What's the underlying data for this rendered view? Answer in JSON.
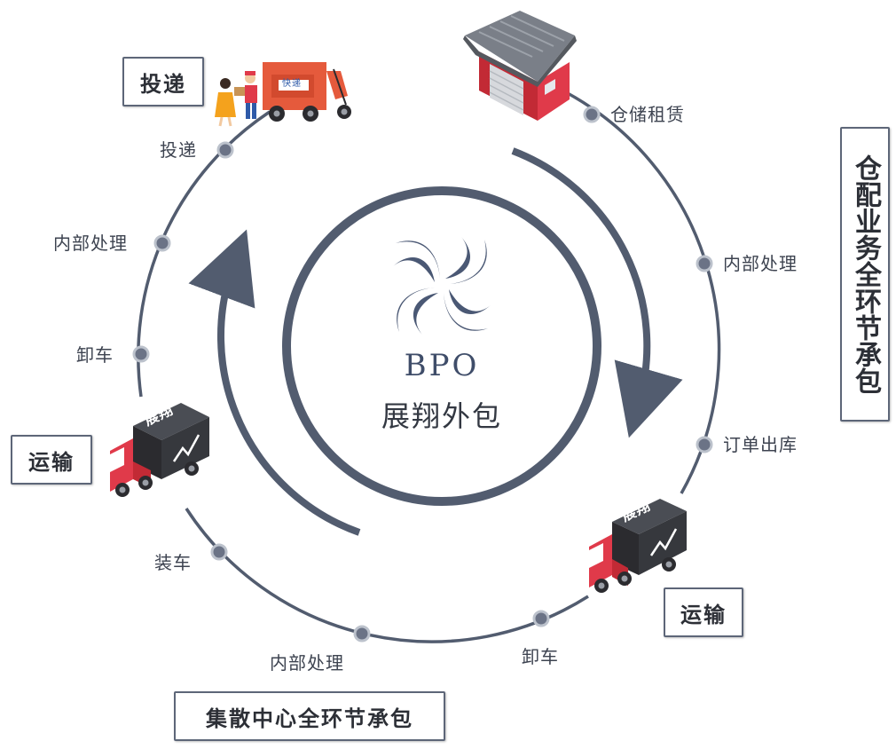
{
  "brand": {
    "abbr": "BPO",
    "name": "展翔外包"
  },
  "colors": {
    "ring": "#525c6f",
    "accent": "#e03a4a",
    "dark": "#2b2b2f"
  },
  "stages": {
    "warehouse": "仓配业务全环节承包",
    "hub": "集散中心全环节承包",
    "transport_left": "运输",
    "transport_right": "运输",
    "delivery": "投递"
  },
  "steps": {
    "storage_rent": "仓储租赁",
    "internal_right": "内部处理",
    "order_out": "订单出库",
    "unload_bottom": "卸车",
    "internal_bottom": "内部处理",
    "load": "装车",
    "unload_left": "卸车",
    "internal_left": "内部处理",
    "deliver": "投递"
  },
  "truck_plate": "展翔",
  "tricycle_label": "快递"
}
